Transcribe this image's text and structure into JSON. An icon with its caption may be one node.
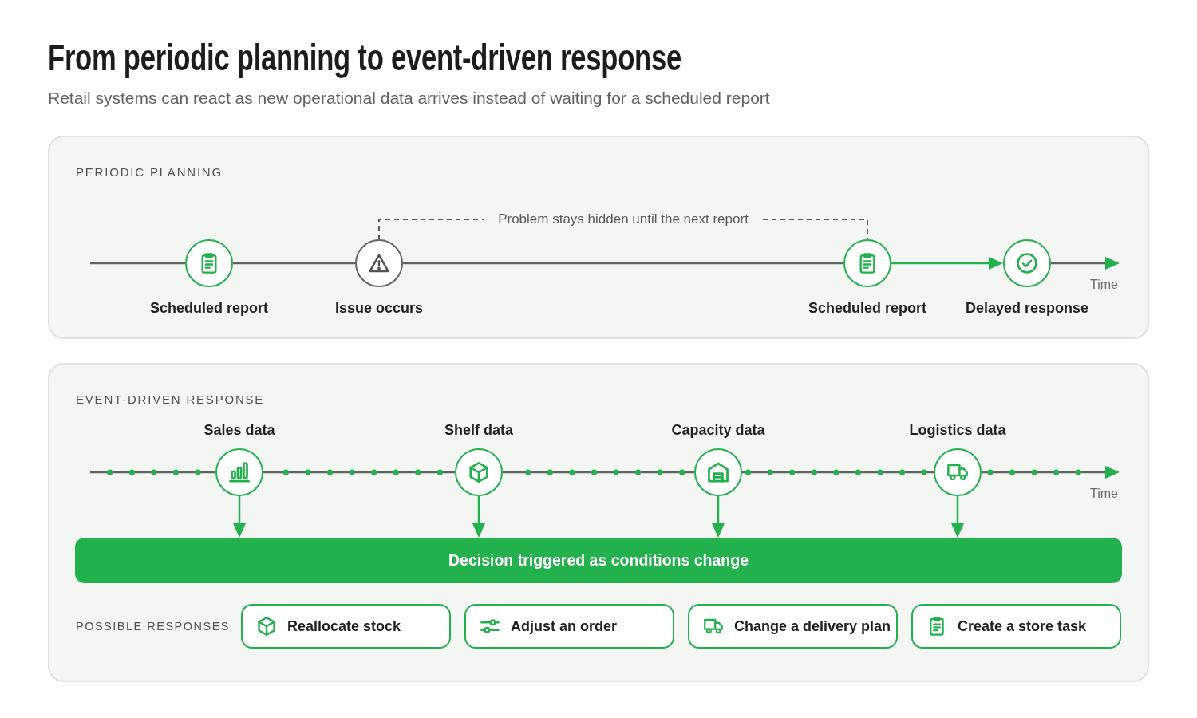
{
  "diagram": {
    "title": "From periodic planning to event-driven response",
    "nodes": [
      {
        "text": [
          "PERIODIC PLANNING"
        ]
      },
      {
        "text": [],
        "shape": "circle",
        "beside": [
          "Scheduled report"
        ],
        "in": 0
      },
      {
        "text": [],
        "shape": "circle",
        "beside": [
          "Issue occurs"
        ],
        "in": 0
      },
      {
        "text": [],
        "shape": "circle",
        "beside": [
          "Scheduled report"
        ],
        "in": 0
      },
      {
        "text": [],
        "shape": "circle",
        "beside": [
          "Delayed response"
        ],
        "in": 0
      },
      {
        "text": [
          "Time"
        ],
        "in": 0
      },
      {
        "text": [
          "EVENT-DRIVEN RESPONSE"
        ]
      },
      {
        "text": [],
        "shape": "circle",
        "beside": [
          "Sales data"
        ],
        "in": 6
      },
      {
        "text": [],
        "shape": "circle",
        "beside": [
          "Shelf data"
        ],
        "in": 6
      },
      {
        "text": [],
        "shape": "circle",
        "beside": [
          "Capacity data"
        ],
        "in": 6
      },
      {
        "text": [],
        "shape": "circle",
        "beside": [
          "Logistics data"
        ],
        "in": 6
      },
      {
        "text": [
          "Time"
        ],
        "in": 6
      },
      {
        "text": [
          "Decision triggered as conditions change"
        ],
        "in": 6
      },
      {
        "text": [
          "Reallocate stock"
        ],
        "in": 6
      },
      {
        "text": [
          "Adjust an order"
        ],
        "in": 6
      },
      {
        "text": [
          "Change a delivery plan"
        ],
        "in": 6
      },
      {
        "text": [
          "Create a store task"
        ],
        "in": 6
      }
    ],
    "edges": [
      {
        "from": null,
        "to": 1,
        "arrow": "none"
      },
      {
        "from": 1,
        "to": 2,
        "arrow": "none"
      },
      {
        "from": 2,
        "to": 3,
        "arrow": "none"
      },
      {
        "from": 3,
        "to": 4,
        "arrow": "to",
        "color": "#23b14d"
      },
      {
        "from": 4,
        "to": 5,
        "arrow": "to"
      },
      {
        "from": 2,
        "to": 3,
        "arrow": "none",
        "style": "dashed",
        "label": "Problem stays hidden until the next report"
      },
      {
        "from": null,
        "to": 7,
        "arrow": "none"
      },
      {
        "from": 7,
        "to": 8,
        "arrow": "none"
      },
      {
        "from": 8,
        "to": 9,
        "arrow": "none"
      },
      {
        "from": 9,
        "to": 10,
        "arrow": "none"
      },
      {
        "from": 10,
        "to": 11,
        "arrow": "to"
      },
      {
        "from": 7,
        "to": 12,
        "arrow": "to",
        "color": "#23b14d"
      },
      {
        "from": 8,
        "to": 12,
        "arrow": "to",
        "color": "#23b14d"
      },
      {
        "from": 9,
        "to": 12,
        "arrow": "to",
        "color": "#23b14d"
      },
      {
        "from": 10,
        "to": 12,
        "arrow": "to",
        "color": "#23b14d"
      }
    ],
    "labels": [
      "Retail systems can react as new operational data arrives instead of waiting for a scheduled report",
      "POSSIBLE RESPONSES"
    ]
  }
}
